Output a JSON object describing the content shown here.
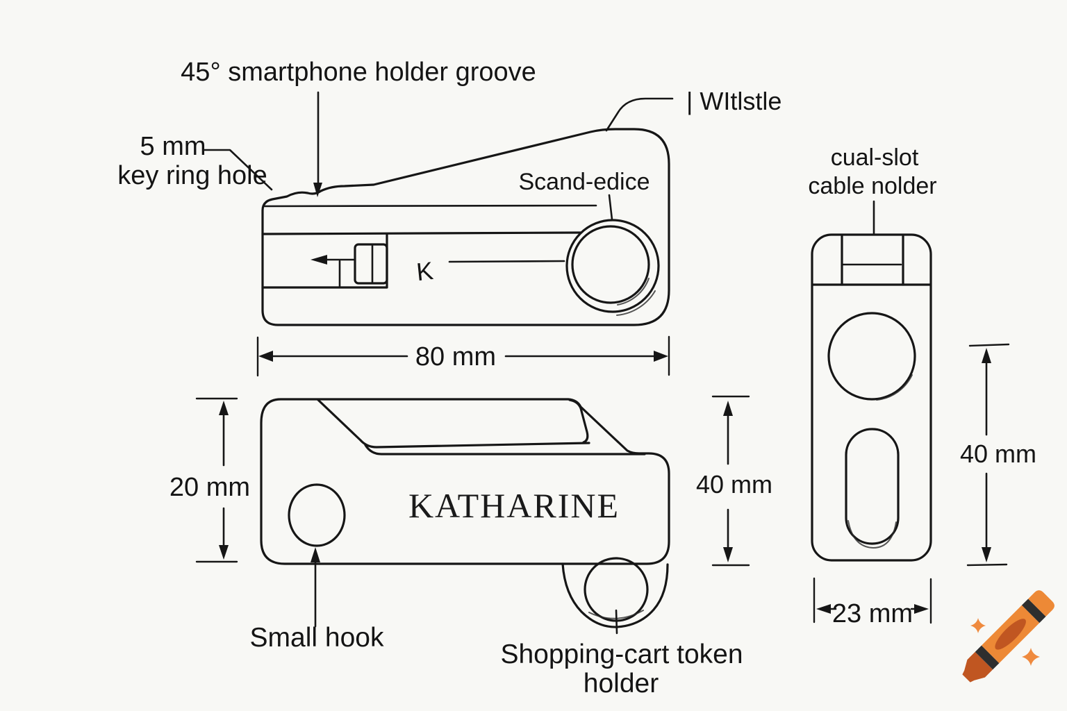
{
  "colors": {
    "background": "#f8f8f5",
    "line": "#161616",
    "crayon_orange": "#ED8936",
    "crayon_dark_orange": "#C05621",
    "crayon_band": "#2E2E2E",
    "sparkle": "#EF8A3E"
  },
  "top_view": {
    "labels": {
      "groove": "45° smartphone holder groove",
      "key_ring_hole": [
        "5 mm",
        "key ring hole"
      ],
      "whistle": "| WItlstle",
      "scan_edge": "Scand-edice",
      "k_marker": "K"
    },
    "dimension_width": "80 mm"
  },
  "bottom_view": {
    "engraving": "KATHARINE",
    "labels": {
      "small_hook": "Small hook",
      "token_holder": [
        "Shopping-cart token",
        "holder"
      ]
    },
    "dimension_height": "20 mm",
    "dimension_height_right": "40 mm"
  },
  "side_view": {
    "labels": {
      "cable_holder": [
        "cual-slot",
        "cable nolder"
      ]
    },
    "dimension_height": "40 mm",
    "dimension_width": "23 mm"
  },
  "icons": {
    "crayon": "crayon-icon",
    "sparkles": "sparkle-icon"
  }
}
